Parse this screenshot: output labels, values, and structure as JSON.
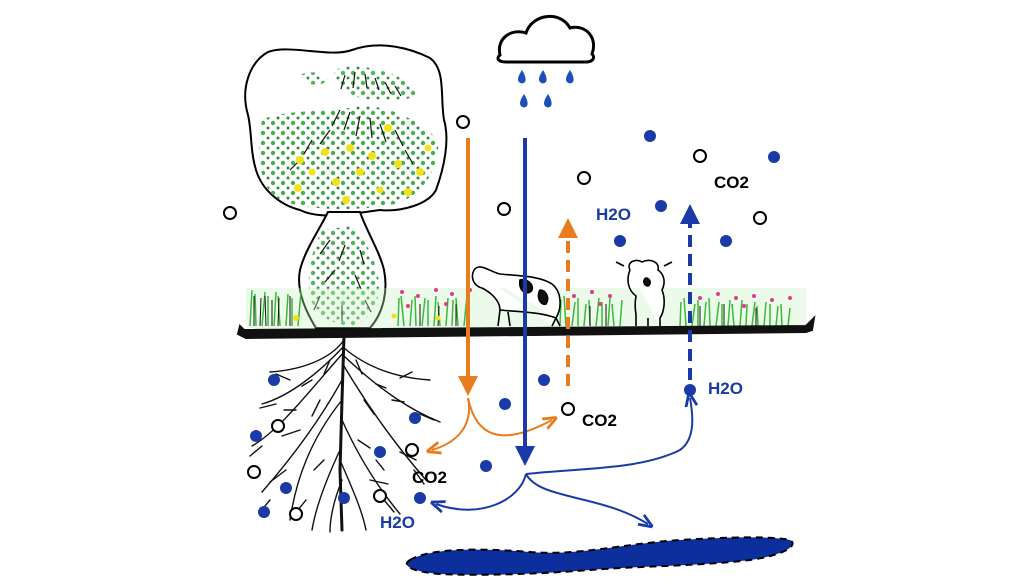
{
  "labels": {
    "co2_sky": "CO2",
    "h2o_sky": "H2O",
    "co2_soil_right": "CO2",
    "co2_soil_left": "CO2",
    "h2o_soil_right": "H2O",
    "h2o_soil_left": "H2O"
  },
  "colors": {
    "carbon_flow": "#e87c1e",
    "water_flow": "#1a3aa8",
    "water_molecule": "#1a3aa8",
    "co2_molecule": "#000000",
    "vegetation": "#3db83d",
    "flowers": "#e03c8a",
    "ground": "#111111",
    "groundwater": "#0d2f9e"
  },
  "icons": [
    "rain-cloud-icon",
    "tree-icon",
    "cow-icon",
    "roots-icon",
    "groundwater-pool-icon"
  ]
}
